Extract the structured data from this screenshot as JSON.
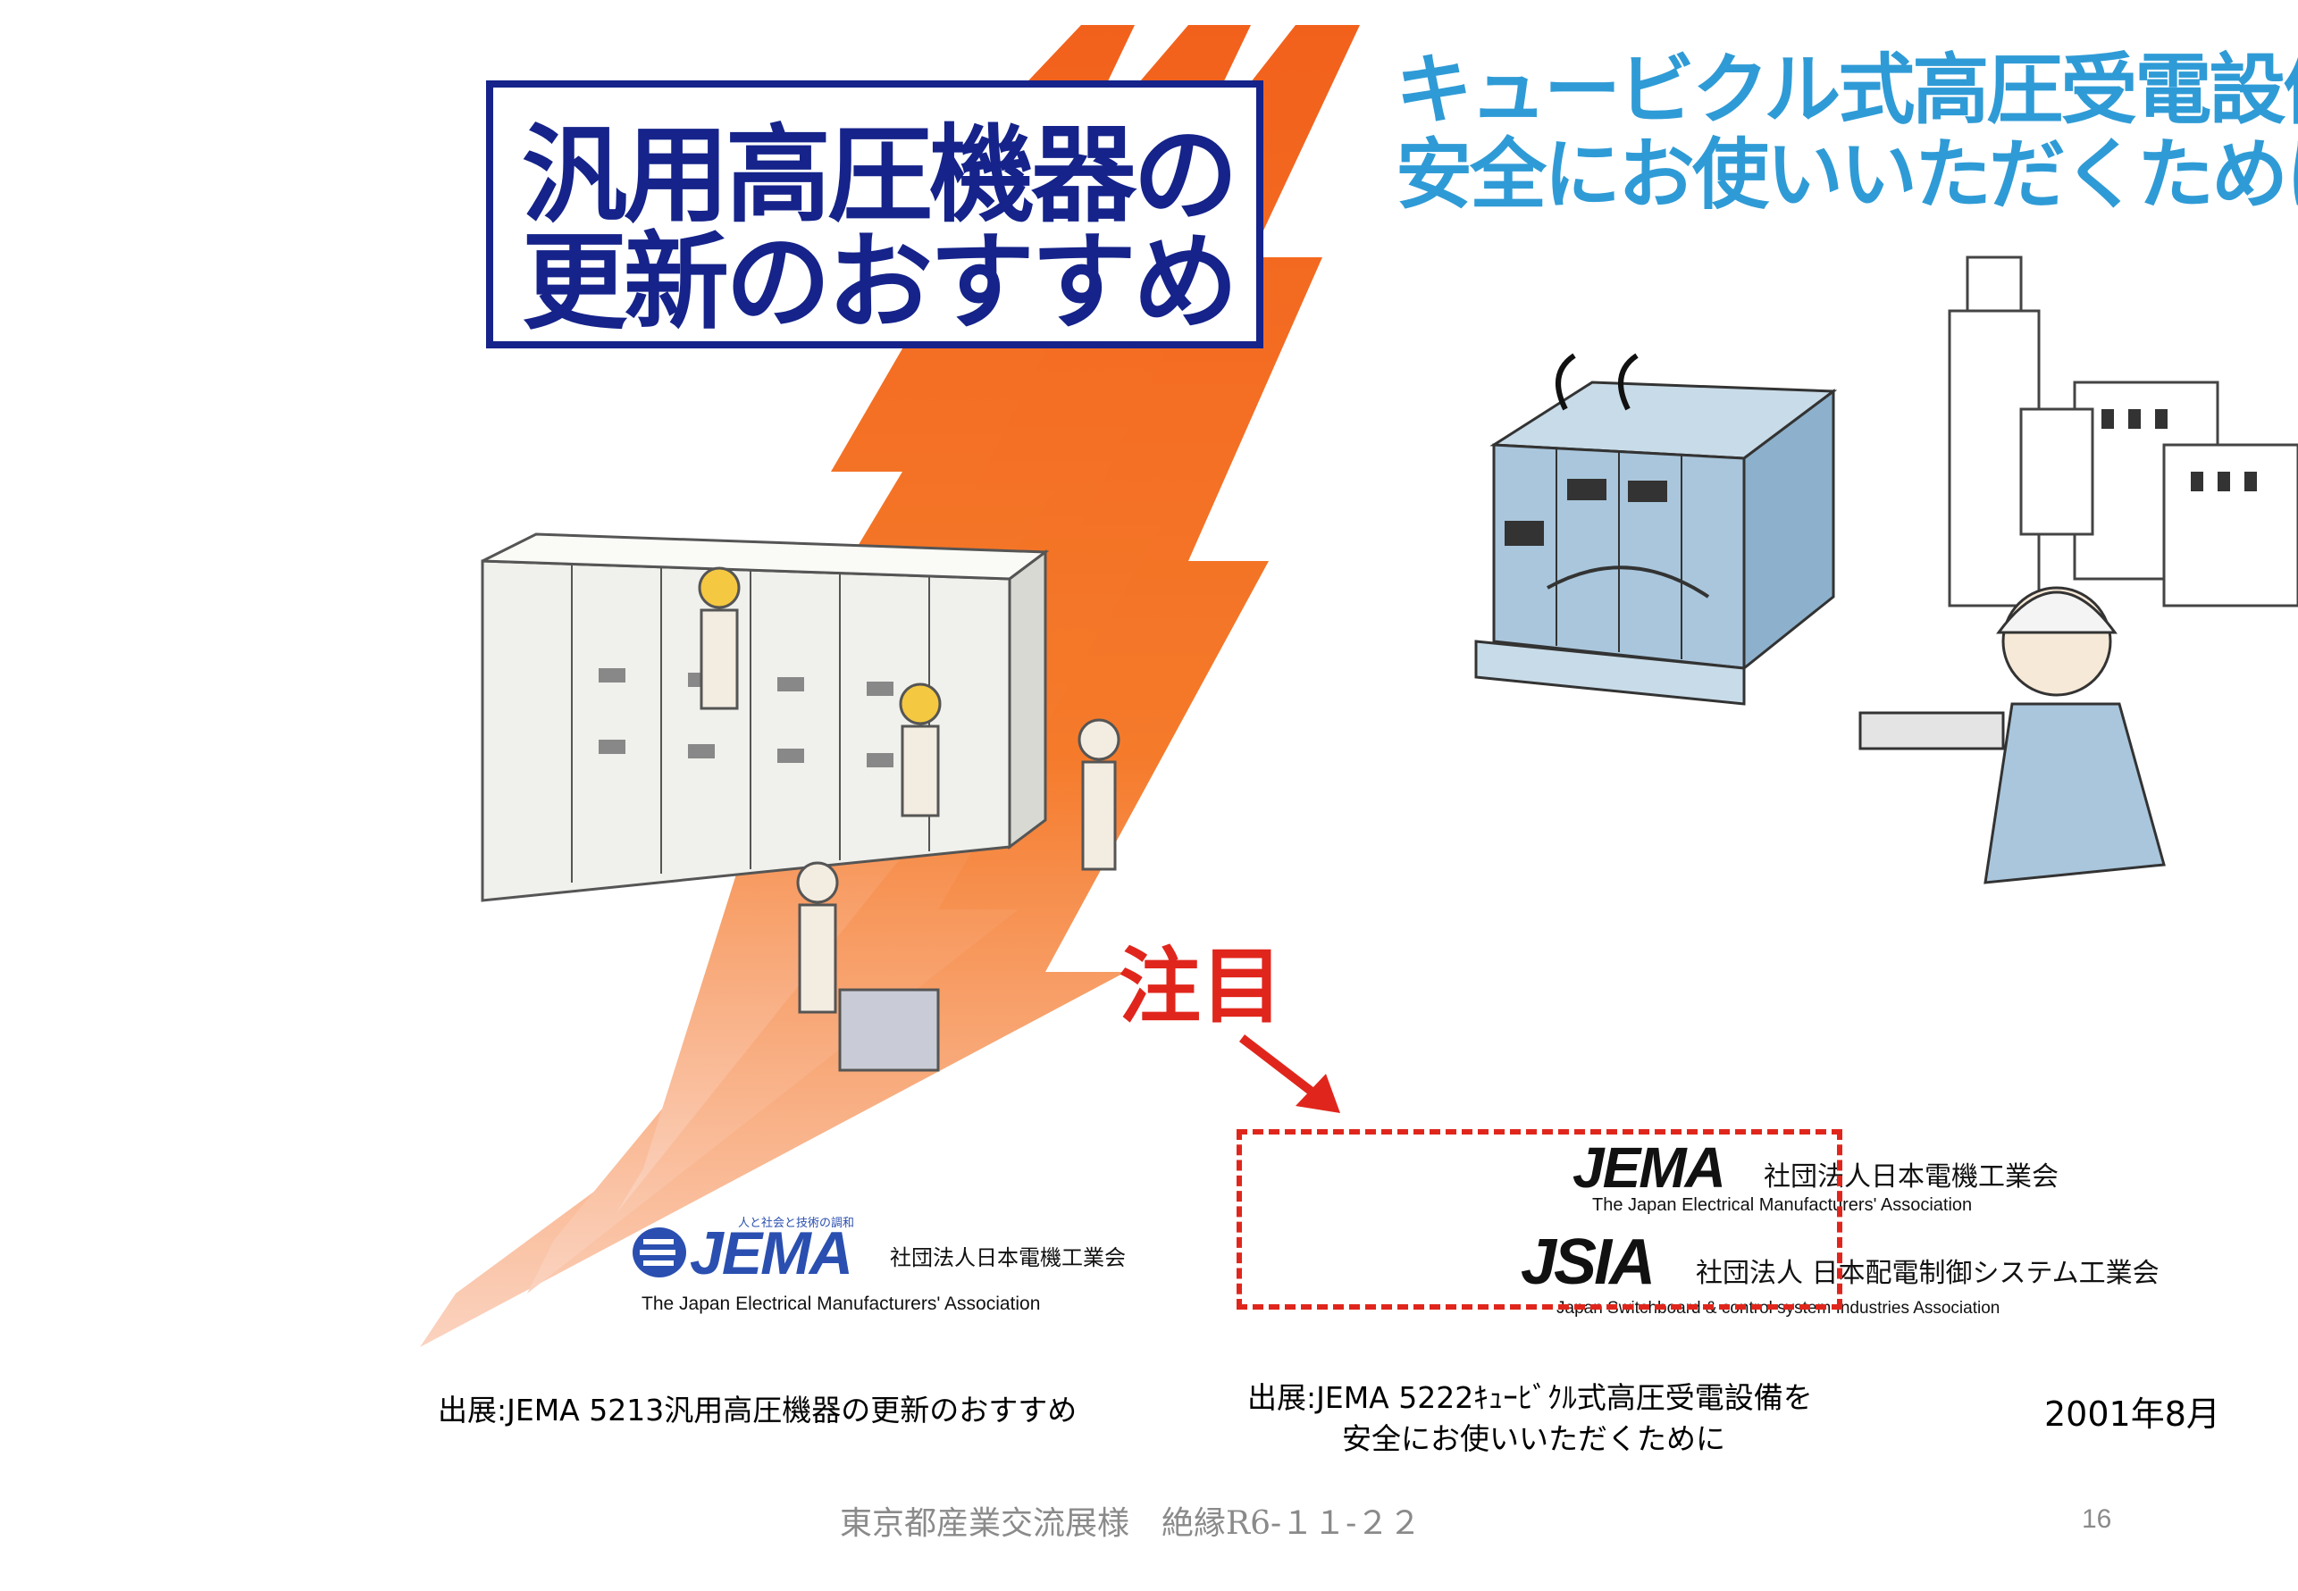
{
  "left_brochure": {
    "title_line1": "汎用高圧機器の",
    "title_line2": "更新のおすすめ",
    "logo": {
      "tagline": "人と社会と技術の調和",
      "mark": "JEMA",
      "org_jp": "社団法人日本電機工業会",
      "org_en": "The Japan Electrical Manufacturers' Association"
    }
  },
  "right_brochure": {
    "title_line1": "キュービクル式高圧受電設備を",
    "title_line2": "安全にお使いいただくために",
    "logo_jema": {
      "mark": "JEMA",
      "org_jp": "社団法人日本電機工業会",
      "org_en": "The Japan Electrical Manufacturers' Association"
    },
    "logo_jsia": {
      "mark": "JSIA",
      "org_jp": "社団法人 日本配電制御システム工業会",
      "org_en": "Japan Switchboard & control system Industries Association"
    }
  },
  "annotation": {
    "label": "注目",
    "color": "#e0261c"
  },
  "captions": {
    "left": "出展:JEMA 5213汎用高圧機器の更新のおすすめ",
    "right_line1": "出展:JEMA 5222ｷｭｰﾋﾞｸﾙ式高圧受電設備を",
    "right_line2": "安全にお使いいただくために",
    "date": "2001年8月"
  },
  "footer": {
    "text": "東京都産業交流展様　絶縁R6-１１-２２",
    "page_number": "16"
  },
  "colors": {
    "title_navy": "#15238a",
    "title_blue": "#2f9bd6",
    "lightning_orange": "#f2611c",
    "logo_blue": "#2a4fb0"
  }
}
